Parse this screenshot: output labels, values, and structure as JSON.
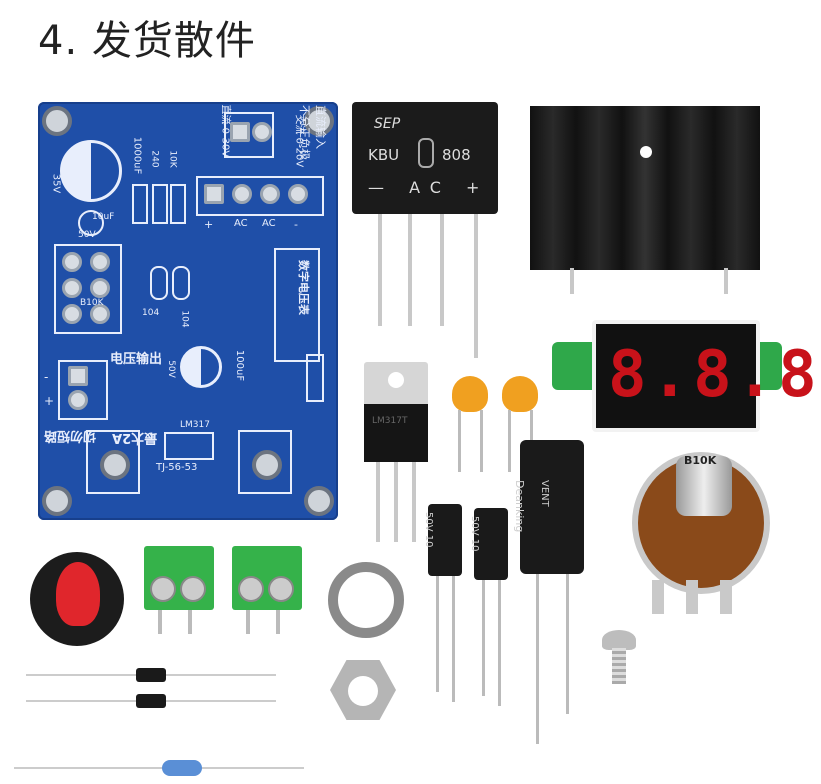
{
  "header": {
    "title": "4. 发货散件"
  },
  "pcb": {
    "labels": {
      "dc_input": "直流输入",
      "no_polarity": "不分正负极",
      "ac_range": "交流 0-20V",
      "dc_range": "直流 0-30V",
      "cap_1000uf": "1000uF",
      "cap_35v": "35V",
      "res_240": "240",
      "res_10k": "10K",
      "cap_10uf": "10uF",
      "cap_50v": "50V",
      "pot_b10k": "B10K",
      "ceramic_104a": "104",
      "ceramic_104b": "104",
      "digital_voltmeter": "数字电压表",
      "cap_100uf": "100uF",
      "cap_50v_b": "50V",
      "voltage_output": "电压输出",
      "max_2a": "最大2A",
      "no_short": "切勿短路",
      "lm317": "LM317",
      "heatsink_label": "TJ-56-53",
      "ac1": "AC",
      "ac2": "AC",
      "plus": "+",
      "minus": "-"
    }
  },
  "parts": {
    "bridge": {
      "brand": "SEP",
      "model": "KBU",
      "code": "808",
      "pins": "— AC +"
    },
    "voltmeter": {
      "display": "8.8.8"
    },
    "pot": {
      "label": "B10K"
    },
    "cap_large": {
      "brand": "Deanking",
      "rating": "VENT"
    },
    "cap_small_a": {
      "rating": "50V 10"
    },
    "cap_small_b": {
      "rating": "50V 10"
    },
    "regulator": {
      "label": "LM317T"
    }
  }
}
